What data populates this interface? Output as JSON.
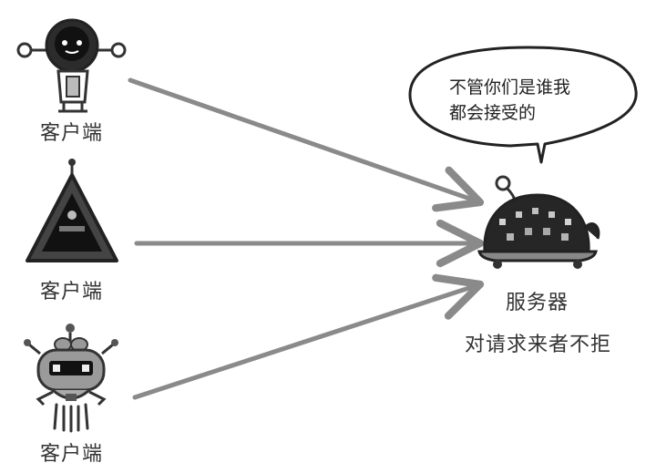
{
  "clients": [
    {
      "label": "客户端"
    },
    {
      "label": "客户端"
    },
    {
      "label": "客户端"
    }
  ],
  "server": {
    "label": "服务器",
    "caption": "对请求来者不拒",
    "speech_line1": "不管你们是谁我",
    "speech_line2": "都会接受的"
  }
}
